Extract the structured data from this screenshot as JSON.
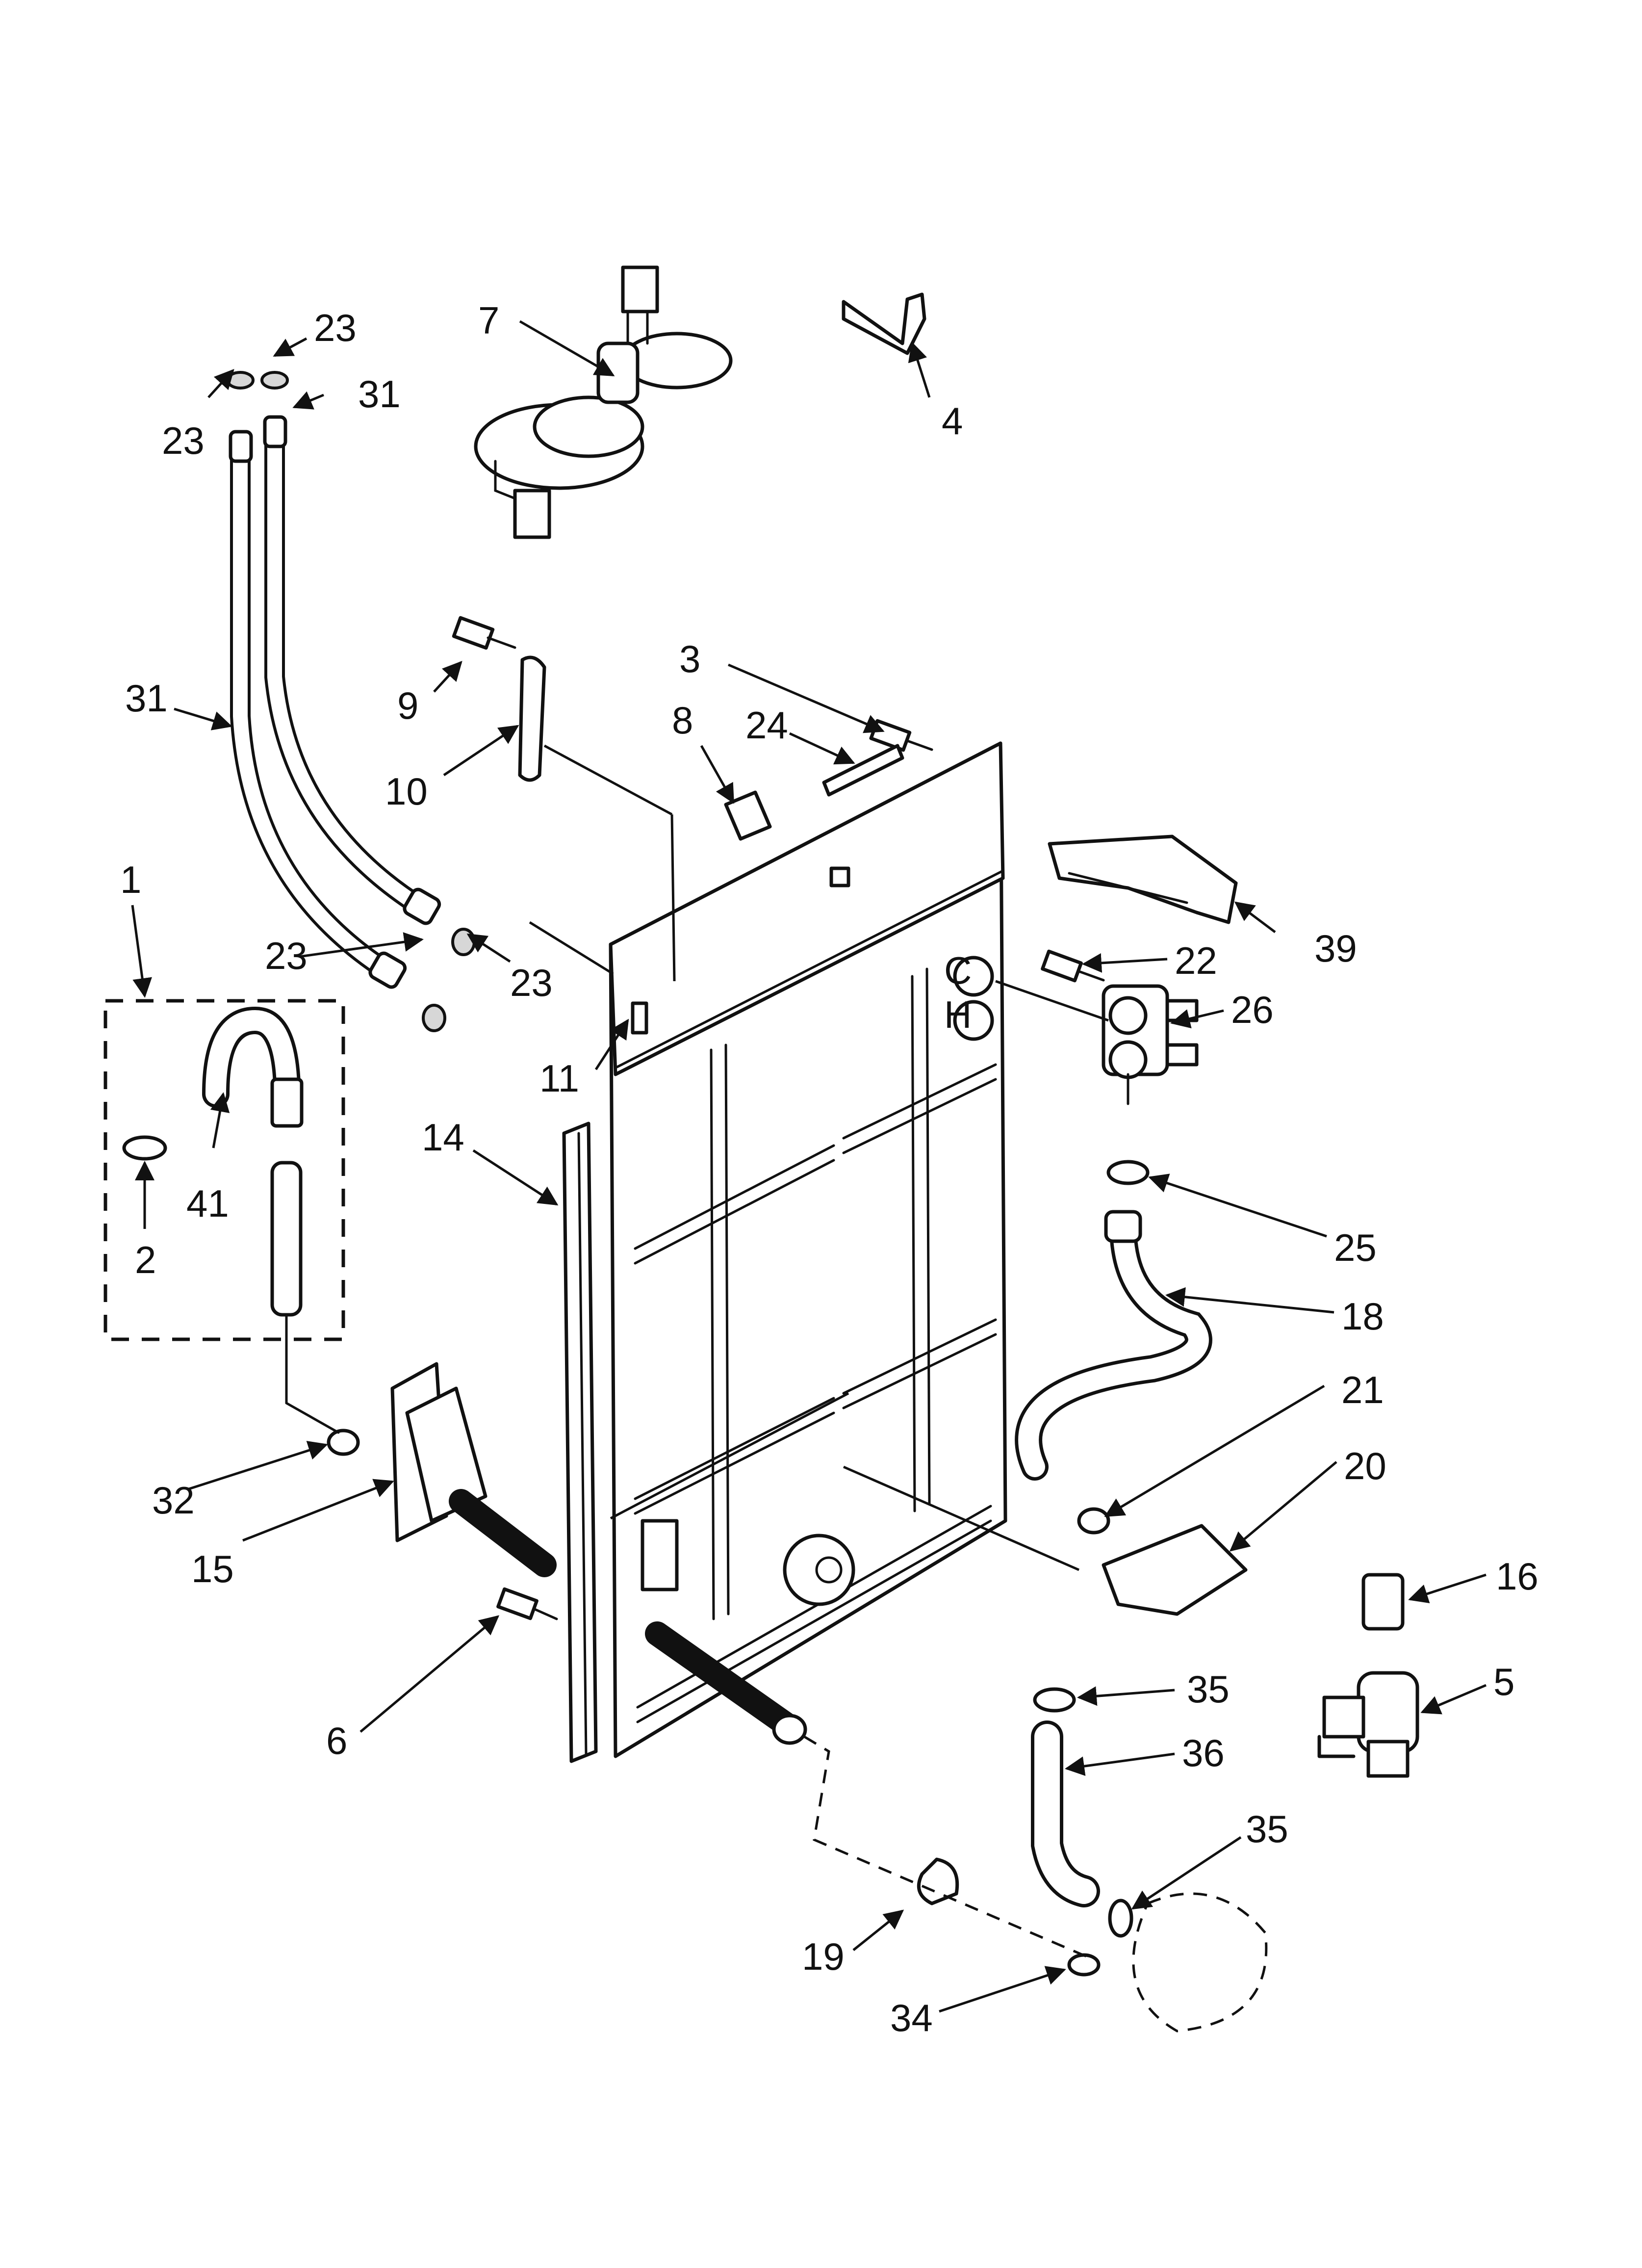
{
  "diagram": {
    "callouts": [
      {
        "id": "c1",
        "text": "1"
      },
      {
        "id": "c2",
        "text": "2"
      },
      {
        "id": "c3",
        "text": "3"
      },
      {
        "id": "c4",
        "text": "4"
      },
      {
        "id": "c5",
        "text": "5"
      },
      {
        "id": "c6",
        "text": "6"
      },
      {
        "id": "c7",
        "text": "7"
      },
      {
        "id": "c8",
        "text": "8"
      },
      {
        "id": "c9",
        "text": "9"
      },
      {
        "id": "c10",
        "text": "10"
      },
      {
        "id": "c11",
        "text": "11"
      },
      {
        "id": "c14",
        "text": "14"
      },
      {
        "id": "c15",
        "text": "15"
      },
      {
        "id": "c16",
        "text": "16"
      },
      {
        "id": "c18",
        "text": "18"
      },
      {
        "id": "c19",
        "text": "19"
      },
      {
        "id": "c20",
        "text": "20"
      },
      {
        "id": "c21",
        "text": "21"
      },
      {
        "id": "c22",
        "text": "22"
      },
      {
        "id": "c23a",
        "text": "23"
      },
      {
        "id": "c23b",
        "text": "23"
      },
      {
        "id": "c23c",
        "text": "23"
      },
      {
        "id": "c23d",
        "text": "23"
      },
      {
        "id": "c24",
        "text": "24"
      },
      {
        "id": "c25",
        "text": "25"
      },
      {
        "id": "c26",
        "text": "26"
      },
      {
        "id": "c31a",
        "text": "31"
      },
      {
        "id": "c31b",
        "text": "31"
      },
      {
        "id": "c32",
        "text": "32"
      },
      {
        "id": "c34",
        "text": "34"
      },
      {
        "id": "c35a",
        "text": "35"
      },
      {
        "id": "c35b",
        "text": "35"
      },
      {
        "id": "c36",
        "text": "36"
      },
      {
        "id": "c39",
        "text": "39"
      },
      {
        "id": "c41",
        "text": "41"
      }
    ],
    "panel_marks": {
      "cold": "C",
      "hot": "H"
    }
  }
}
